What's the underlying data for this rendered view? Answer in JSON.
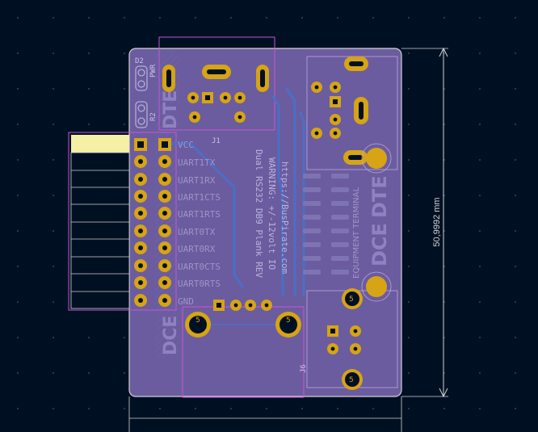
{
  "board": {
    "dimension_label": "50,9992 mm",
    "labels": {
      "d2": "D2",
      "pwr": "PWR",
      "r2": "R2",
      "j1": "J1",
      "j6": "J6",
      "side_labels": [
        "DCE",
        "DTE"
      ],
      "lower_label": "DCE",
      "upper_label": "DTE",
      "pin5": "5",
      "equipment": "EQUIPMENT TERMINAL"
    },
    "header_pins": [
      "VCC",
      "UART1TX",
      "UART1RX",
      "UART1CTS",
      "UART1RTS",
      "UART0TX",
      "UART0RX",
      "UART0CTS",
      "UART0RTS",
      "GND"
    ],
    "silk_text": [
      "Dual RS232 DB9 Plank REV",
      "WARNING: +/-12volt IO",
      "https://BusPirate.com"
    ]
  },
  "colors": {
    "background": "#001023",
    "board_fill": "#6a5a9e",
    "edge_cuts": "#d2d2d2",
    "courtyard": "#c855d4",
    "pad": "#d6a414",
    "track": "#4a6fc7",
    "silk": "#c7c3e6"
  }
}
